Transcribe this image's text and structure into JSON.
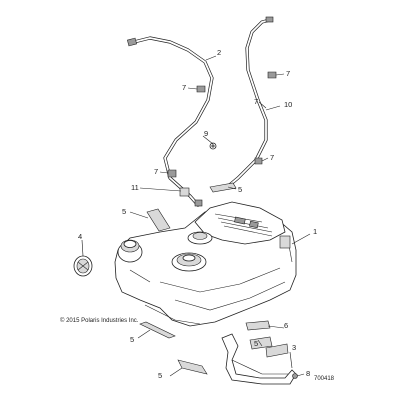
{
  "diagram": {
    "copyright": "© 2015 Polaris Industries Inc.",
    "figure_id": "700418",
    "callouts": {
      "c1": "1",
      "c2": "2",
      "c3": "3",
      "c4": "4",
      "c5a": "5",
      "c5b": "5",
      "c5c": "5",
      "c5d": "5",
      "c5e": "5",
      "c6": "6",
      "c7a": "7",
      "c7b": "7",
      "c7c": "7",
      "c7d": "7",
      "c7e": "7",
      "c8": "8",
      "c9": "9",
      "c10": "10",
      "c11": "11"
    }
  }
}
